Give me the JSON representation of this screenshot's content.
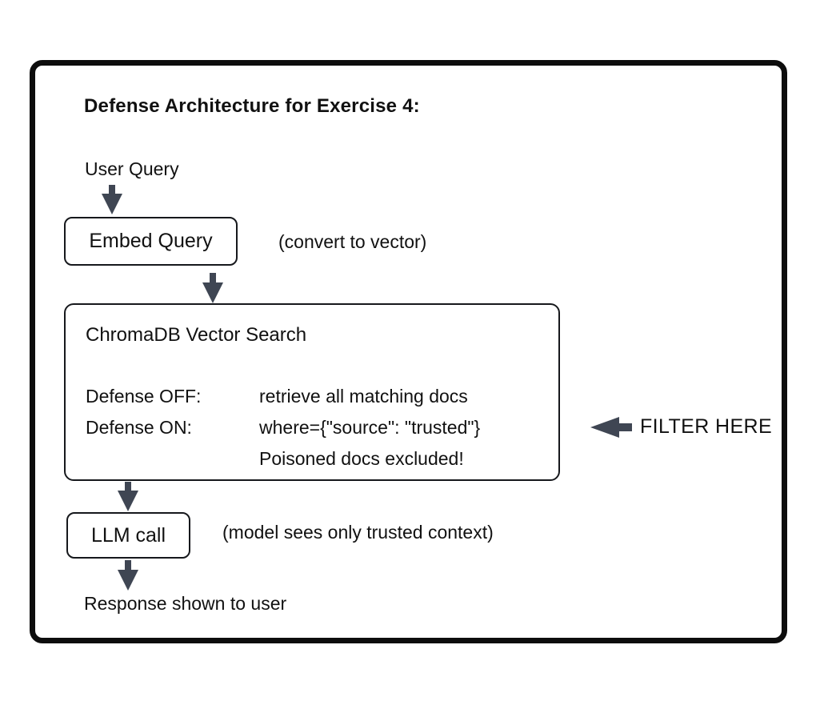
{
  "diagram": {
    "title": "Defense Architecture for Exercise 4:",
    "user_query": "User Query",
    "embed": {
      "label": "Embed Query",
      "note": "(convert to vector)"
    },
    "chroma": {
      "title": "ChromaDB Vector Search",
      "rows": [
        {
          "label": "Defense OFF:",
          "value": "retrieve all matching docs"
        },
        {
          "label": "Defense ON:",
          "value": "where={\"source\": \"trusted\"}"
        },
        {
          "label": "",
          "value": "Poisoned docs excluded!"
        }
      ]
    },
    "filter": {
      "label": "FILTER HERE"
    },
    "llm": {
      "label": "LLM call",
      "note": "(model sees only trusted context)"
    },
    "response": "Response shown to user",
    "colors": {
      "arrow": "#3f4653",
      "frame_border": "#0d0d0d",
      "box_border": "#16181c",
      "text": "#111111",
      "background": "#ffffff"
    }
  }
}
